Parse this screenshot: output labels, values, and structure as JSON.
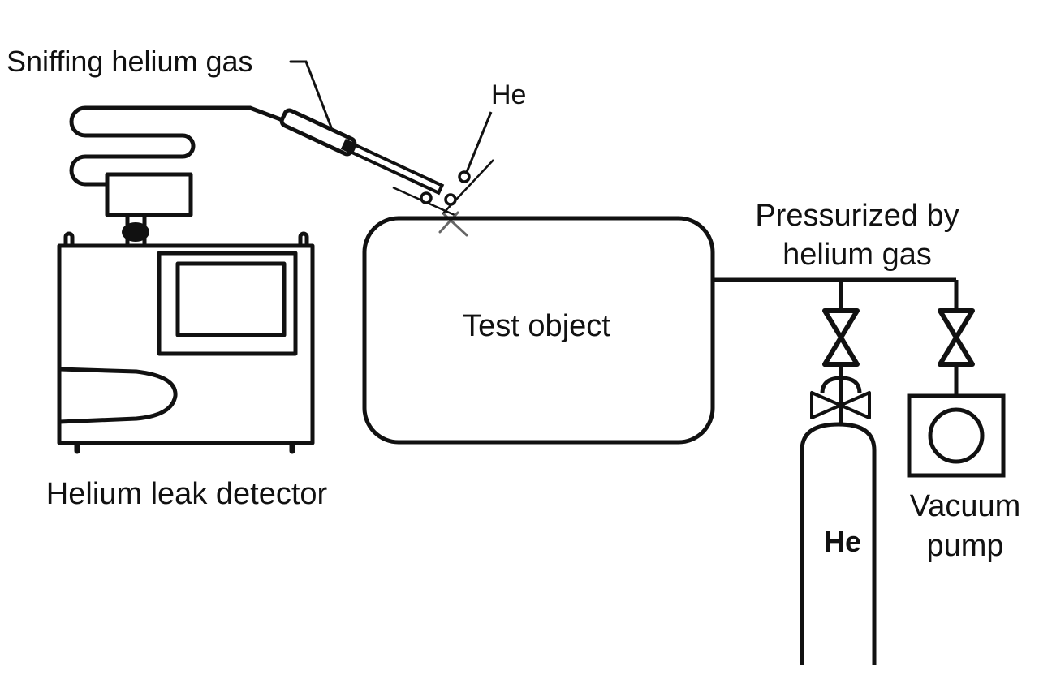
{
  "labels": {
    "sniffing": "Sniffing helium gas",
    "he_gas": "He",
    "pressurized_line1": "Pressurized by",
    "pressurized_line2": "helium gas",
    "test_object": "Test object",
    "detector": "Helium leak detector",
    "cylinder": "He",
    "vacuum_line1": "Vacuum",
    "vacuum_line2": "pump"
  },
  "colors": {
    "stroke": "#111111",
    "background": "#ffffff",
    "leak_mark": "#666666"
  }
}
